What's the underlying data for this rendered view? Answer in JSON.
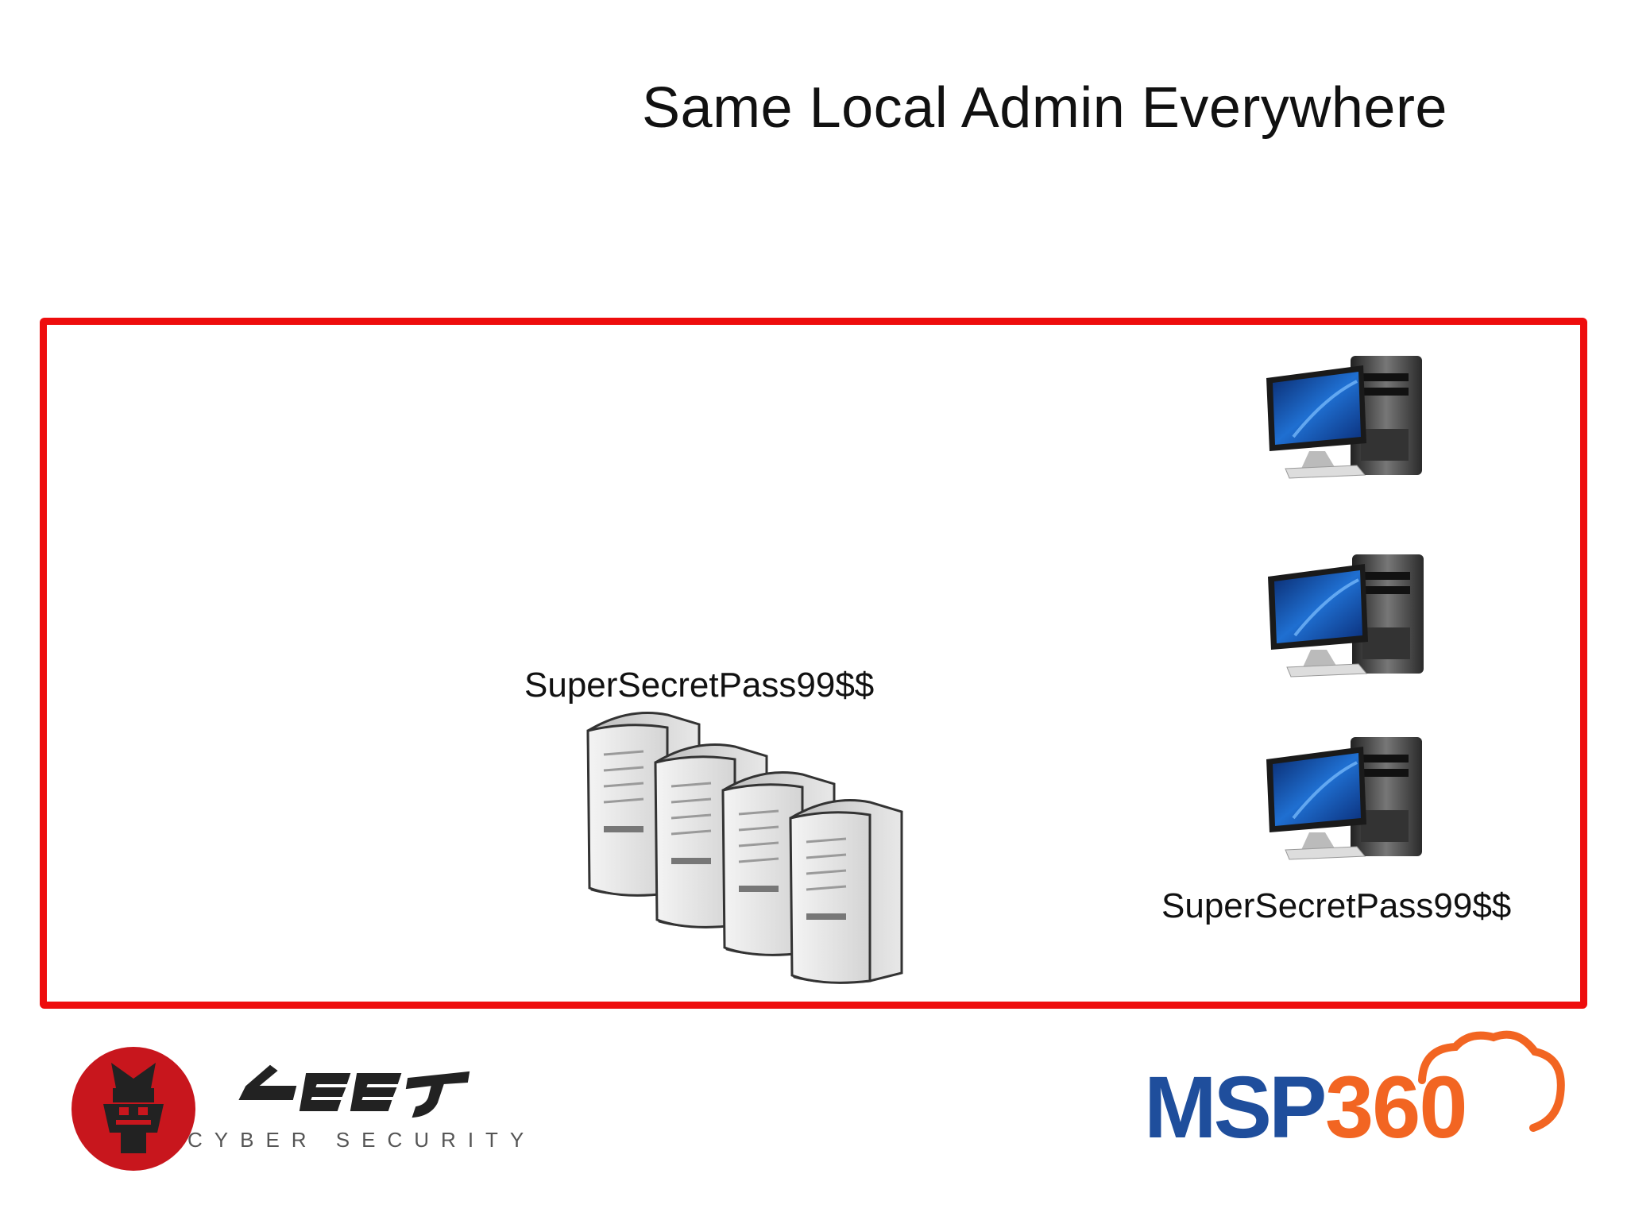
{
  "slide": {
    "title": "Same Local Admin Everywhere",
    "server_password": "SuperSecretPass99$$",
    "workstation_password": "SuperSecretPass99$$"
  },
  "colors": {
    "frame": "#ee0d0d",
    "leet_red": "#c8161d",
    "msp_blue": "#1f4e9c",
    "msp_orange": "#f26522"
  },
  "icons": {
    "servers": "server-rack-icon",
    "workstations": "desktop-computer-icon"
  },
  "logos": {
    "left": {
      "wordmark": "LEET",
      "tagline": "CYBER SECURITY"
    },
    "right": {
      "wordmark_blue": "MSP",
      "wordmark_orange": "360"
    }
  }
}
